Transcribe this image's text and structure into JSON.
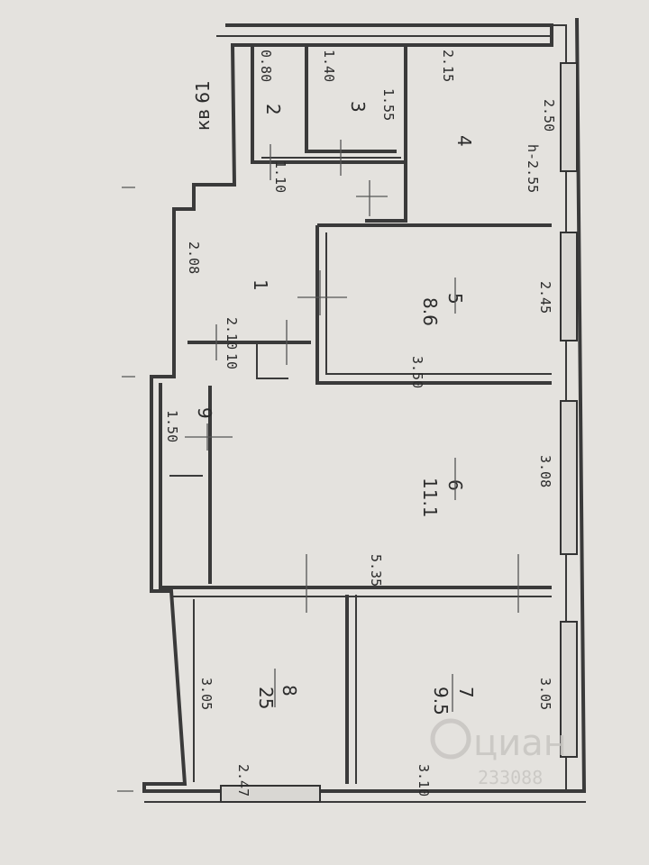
{
  "plan": {
    "apartment_label": "кв 61",
    "rooms": [
      {
        "number": "1",
        "area": ""
      },
      {
        "number": "2",
        "area": ""
      },
      {
        "number": "3",
        "area": ""
      },
      {
        "number": "4",
        "area": ""
      },
      {
        "number": "5",
        "area": "8.6"
      },
      {
        "number": "6",
        "area": "11.1"
      },
      {
        "number": "7",
        "area": "9.5"
      },
      {
        "number": "8",
        "area": "25"
      },
      {
        "number": "9",
        "area": ""
      }
    ],
    "dimensions": {
      "d080": "0.80",
      "d140": "1.40",
      "d215": "2.15",
      "d250": "2.50",
      "d155": "1.55",
      "d110": "1.10",
      "h": "h-2.55",
      "d208": "2.08",
      "d210": "2.10",
      "d10": "10",
      "d245": "2.45",
      "d350": "3.50",
      "d150": "1.50",
      "d308": "3.08",
      "d535": "5.35",
      "d305a": "3.05",
      "d305b": "3.05",
      "d247": "2.47",
      "d310": "3.10"
    },
    "watermark": "циан",
    "watermark_id": "233088"
  }
}
